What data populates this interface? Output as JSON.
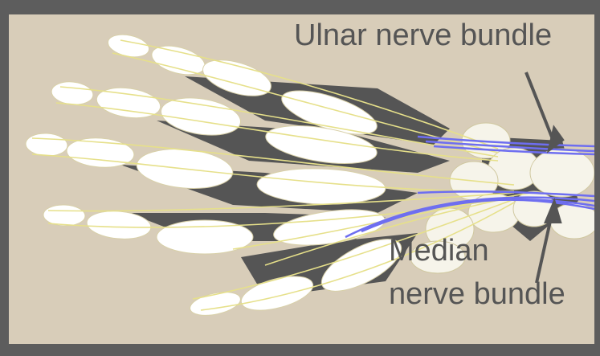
{
  "labels": {
    "ulnar": "Ulnar nerve bundle",
    "median_line1": "Median",
    "median_line2": "nerve bundle"
  },
  "colors": {
    "frame": "#5d5d5d",
    "background": "#d8cdb9",
    "bone": "#ffffff",
    "nerve_bundle": "#6e6ef0",
    "small_nerves": "#e6e08a",
    "shadow": "#555555",
    "label_text": "#555555"
  }
}
